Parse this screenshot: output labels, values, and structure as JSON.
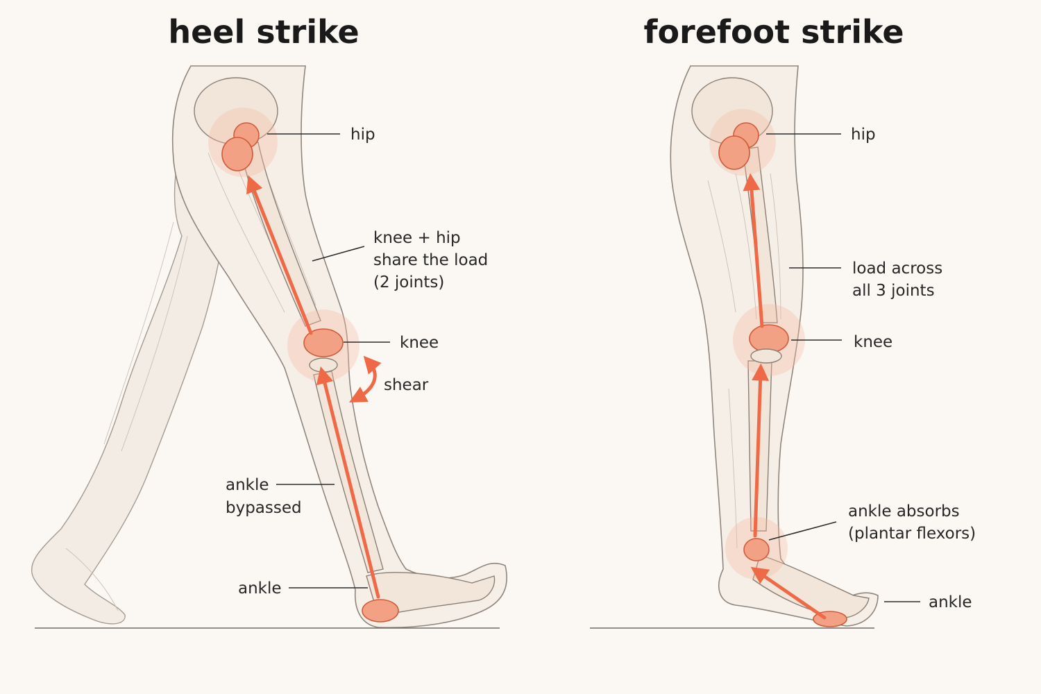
{
  "panels": [
    {
      "title": "heel strike",
      "labels": {
        "hip": "hip",
        "share": [
          "knee + hip",
          "share the load",
          "(2 joints)"
        ],
        "knee": "knee",
        "shear": "shear",
        "bypassed": [
          "ankle",
          "bypassed"
        ],
        "ankle": "ankle"
      }
    },
    {
      "title": "forefoot strike",
      "labels": {
        "hip": "hip",
        "load": [
          "load across",
          "all 3 joints"
        ],
        "knee": "knee",
        "absorbs": [
          "ankle absorbs",
          "(plantar flexors)"
        ],
        "ankle": "ankle"
      }
    }
  ],
  "colors": {
    "force_arrow": "#ee6a47",
    "joint_highlight": "#f3a184",
    "background": "#fbf8f4"
  }
}
